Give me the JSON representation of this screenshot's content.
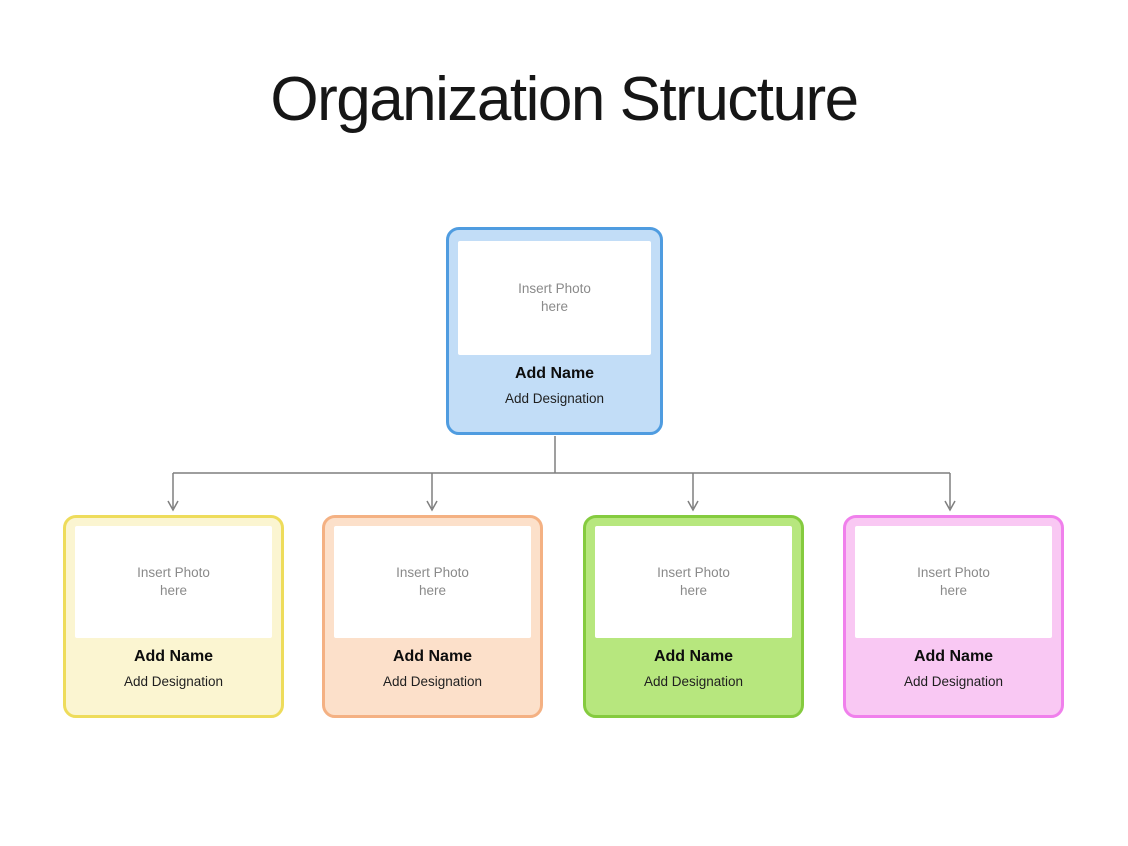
{
  "page": {
    "title": "Organization Structure",
    "background": "#FFFFFF"
  },
  "connector": {
    "color": "#7F7F7F"
  },
  "org_chart": {
    "root": {
      "photo_placeholder": "Insert Photo here",
      "name": "Add Name",
      "designation": "Add Designation",
      "fill": "#C2DDF7",
      "border": "#4F9CE0"
    },
    "children": [
      {
        "photo_placeholder": "Insert Photo here",
        "name": "Add Name",
        "designation": "Add Designation",
        "fill": "#FBF5D1",
        "border": "#EEDC5B"
      },
      {
        "photo_placeholder": "Insert Photo here",
        "name": "Add Name",
        "designation": "Add Designation",
        "fill": "#FCE0CA",
        "border": "#F4B183"
      },
      {
        "photo_placeholder": "Insert Photo here",
        "name": "Add Name",
        "designation": "Add Designation",
        "fill": "#B7E77E",
        "border": "#85CB3F"
      },
      {
        "photo_placeholder": "Insert Photo here",
        "name": "Add Name",
        "designation": "Add Designation",
        "fill": "#F9C8F3",
        "border": "#F080EC"
      }
    ]
  }
}
